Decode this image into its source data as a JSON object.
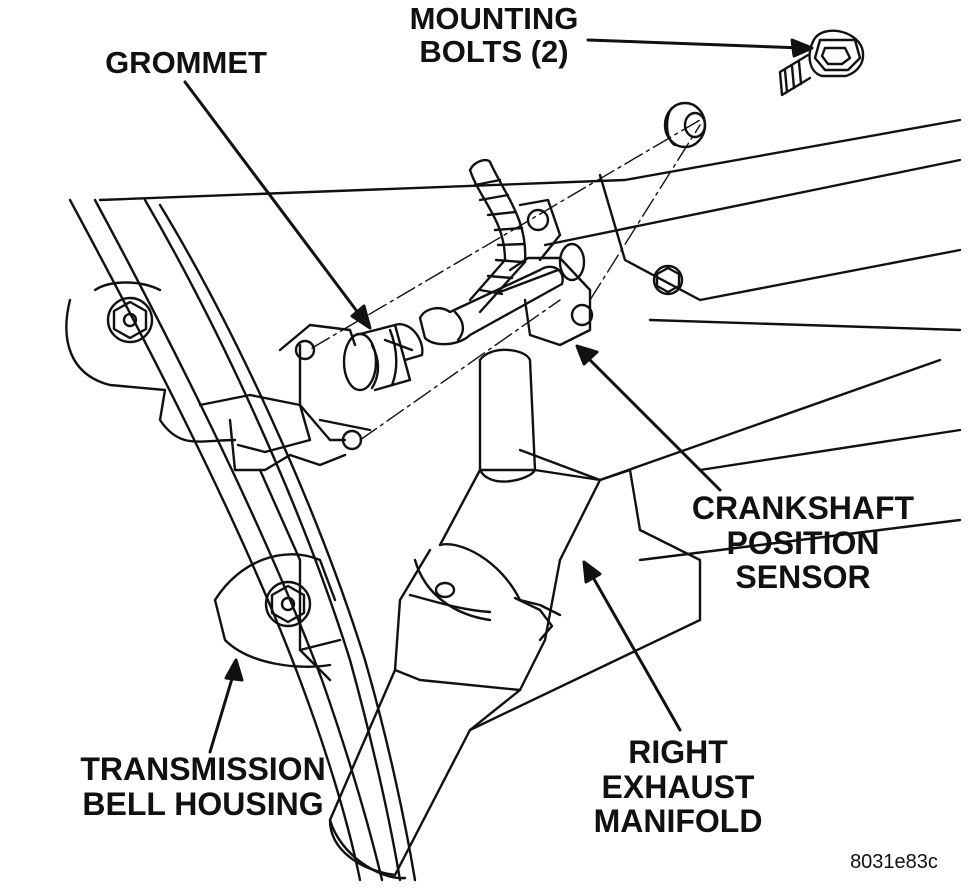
{
  "labels": {
    "mounting_bolts": [
      "MOUNTING",
      "BOLTS (2)"
    ],
    "grommet": "GROMMET",
    "crankshaft_sensor": [
      "CRANKSHAFT",
      "POSITION",
      "SENSOR"
    ],
    "transmission_bell_housing": [
      "TRANSMISSION",
      "BELL HOUSING"
    ],
    "right_exhaust_manifold": [
      "RIGHT",
      "EXHAUST",
      "MANIFOLD"
    ],
    "figure_code": "8031e83c"
  }
}
